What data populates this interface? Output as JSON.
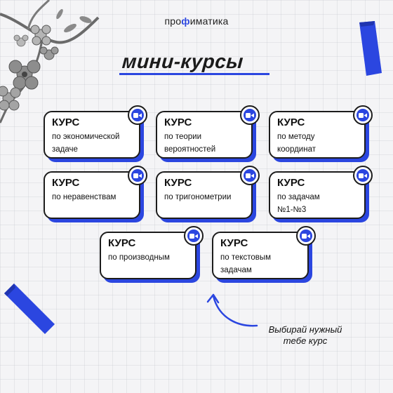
{
  "brand": {
    "pre": "про",
    "accent": "ф",
    "post": "иматика"
  },
  "title": "мини-курсы",
  "courses": [
    {
      "head": "КУРС",
      "sub": "по экономической\nзадаче"
    },
    {
      "head": "КУРС",
      "sub": "по теории\nвероятностей"
    },
    {
      "head": "КУРС",
      "sub": "по методу\nкоординат"
    },
    {
      "head": "КУРС",
      "sub": "по неравенствам"
    },
    {
      "head": "КУРС",
      "sub": "по тригонометрии"
    },
    {
      "head": "КУРС",
      "sub": "по задачам\n№1-№3"
    },
    {
      "head": "КУРС",
      "sub": "по производным"
    },
    {
      "head": "КУРС",
      "sub": "по текстовым\nзадачам"
    }
  ],
  "hint": {
    "line1": "Выбирай нужный",
    "line2": "тебе курс"
  },
  "icons": {
    "badge": "video-camera-icon"
  },
  "colors": {
    "accent": "#2b46e0",
    "outline": "#1c1c1c",
    "background": "#f4f4f6"
  }
}
